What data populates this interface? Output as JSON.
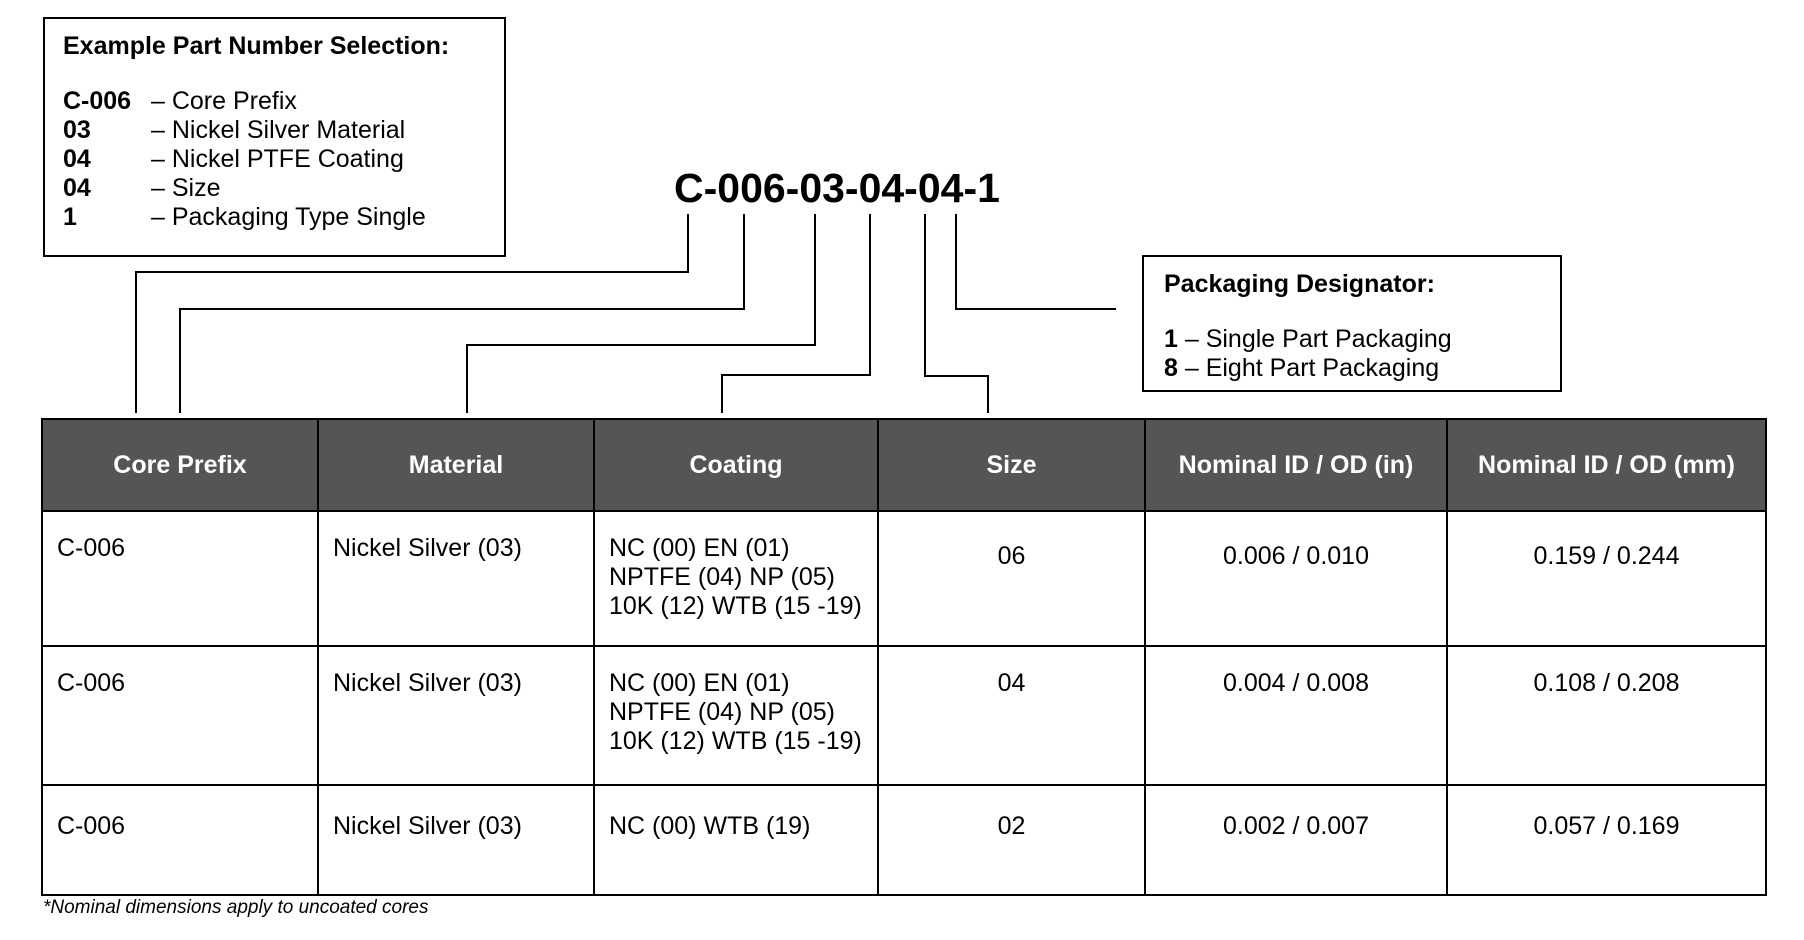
{
  "example": {
    "title": "Example Part Number Selection:",
    "items": [
      {
        "code": "C-006",
        "desc": "– Core Prefix"
      },
      {
        "code": "03",
        "desc": "– Nickel Silver Material"
      },
      {
        "code": "04",
        "desc": "– Nickel PTFE Coating"
      },
      {
        "code": "04",
        "desc": "– Size"
      },
      {
        "code": "1",
        "desc": "– Packaging Type Single"
      }
    ]
  },
  "part_number": "C-006-03-04-04-1",
  "packaging": {
    "title": "Packaging Designator:",
    "items": [
      {
        "code": "1",
        "desc": " – Single Part Packaging"
      },
      {
        "code": "8",
        "desc": " – Eight Part Packaging"
      }
    ]
  },
  "table": {
    "headers": [
      "Core Prefix",
      "Material",
      "Coating",
      "Size",
      "Nominal ID / OD (in)",
      "Nominal ID / OD (mm)"
    ],
    "rows": [
      {
        "prefix": "C-006",
        "material": "Nickel Silver (03)",
        "coating": [
          "NC (00) EN (01)",
          "NPTFE (04) NP (05)",
          "10K (12) WTB (15 -19)"
        ],
        "size": "06",
        "dim_in": "0.006 / 0.010",
        "dim_mm": "0.159 / 0.244"
      },
      {
        "prefix": "C-006",
        "material": "Nickel Silver (03)",
        "coating": [
          "NC (00) EN (01)",
          "NPTFE (04) NP (05)",
          "10K (12) WTB (15 -19)"
        ],
        "size": "04",
        "dim_in": "0.004 / 0.008",
        "dim_mm": "0.108 / 0.208"
      },
      {
        "prefix": "C-006",
        "material": "Nickel Silver (03)",
        "coating": [
          "NC (00) WTB (19)"
        ],
        "size": "02",
        "dim_in": "0.002 / 0.007",
        "dim_mm": "0.057 / 0.169"
      }
    ]
  },
  "footnote": "*Nominal dimensions apply to uncoated cores",
  "colors": {
    "header_bg": "#555555",
    "header_text": "#ffffff",
    "border": "#000000"
  }
}
